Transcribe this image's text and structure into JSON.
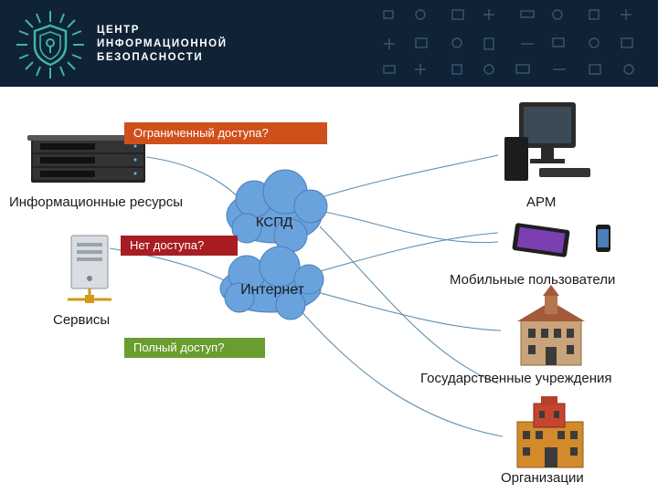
{
  "header": {
    "title_lines": [
      "ЦЕНТР",
      "ИНФОРМАЦИОННОЙ",
      "БЕЗОПАСНОСТИ"
    ],
    "colors": {
      "background": "#0f2236",
      "logo_accent": "#3fb5a3"
    }
  },
  "diagram": {
    "left_nodes": {
      "info_resources": "Информационные ресурсы",
      "services": "Сервисы"
    },
    "clouds": {
      "kspd": "КСПД",
      "internet": "Интернет"
    },
    "right_nodes": {
      "arm": "АРМ",
      "mobile_users": "Мобильные пользователи",
      "gov_institutions": "Государственные учреждения",
      "organizations": "Организации"
    },
    "banners": {
      "limited_access": "Ограниченный доступа?",
      "no_access": "Нет доступа?",
      "full_access": "Полный доступ?"
    },
    "colors": {
      "limited": "#d0501c",
      "none": "#a81d22",
      "full": "#6b9c2f",
      "cloud": "#6aa2dd",
      "line": "#5f8fb0"
    }
  }
}
